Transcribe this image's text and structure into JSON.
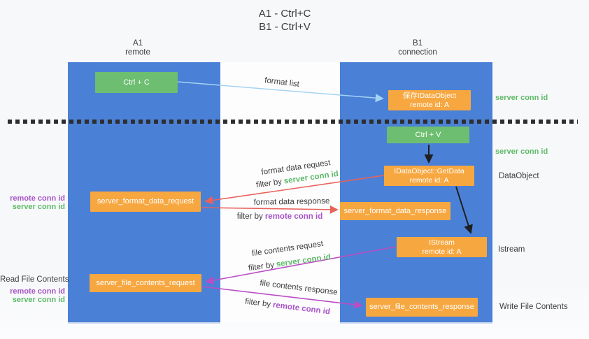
{
  "title": {
    "line1": "A1 - Ctrl+C",
    "line2": "B1 - Ctrl+V"
  },
  "lifelines": {
    "a1": {
      "name": "A1",
      "role": "remote"
    },
    "b1": {
      "name": "B1",
      "role": "connection"
    }
  },
  "nodes": {
    "ctrl_c": {
      "label": "Ctrl + C"
    },
    "save_idataobject": {
      "line1": "保存IDataObject",
      "line2": "remote id: A"
    },
    "ctrl_v": {
      "label": "Ctrl + V"
    },
    "idataobject_getdata": {
      "line1": "IDataObject::GetData",
      "line2": "remote id: A"
    },
    "server_format_data_request": {
      "label": "server_format_data_request"
    },
    "server_format_data_response": {
      "label": "server_format_data_response"
    },
    "istream": {
      "line1": "IStream",
      "line2": "remote id: A"
    },
    "server_file_contents_request": {
      "label": "server_file_contents_request"
    },
    "server_file_contents_response": {
      "label": "server_file_contents_response"
    }
  },
  "edge_labels": {
    "format_list": "format list",
    "format_data_request": "format data request",
    "format_data_response": "format data response",
    "file_contents_request": "file contents request",
    "file_contents_response": "file contents response",
    "filter_by": "filter by",
    "server_conn_id": "server conn id",
    "remote_conn_id": "remote conn id"
  },
  "annotations": {
    "right_server_conn_id_top": "server conn id",
    "right_server_conn_id_mid": "server conn id",
    "dataobject": "DataObject",
    "istream": "Istream",
    "write_file_contents": "Write File Contents",
    "left_remote_conn_id_top": "remote conn id",
    "left_server_conn_id_top": "server conn id",
    "read_file_contents": "Read File Contents",
    "left_remote_conn_id_bottom": "remote conn id",
    "left_server_conn_id_bottom": "server conn id"
  },
  "colors": {
    "lifeline_blue": "#4a80d6",
    "node_green": "#6dbe70",
    "node_orange": "#f7a740",
    "label_green": "#5eba68",
    "label_purple": "#a855c8",
    "arrow_red": "#e8625a",
    "arrow_purple": "#ba4ec5",
    "arrow_light_blue": "#a5d3f3",
    "arrow_black": "#1f1f1f",
    "text_dark": "#3d3d3d"
  }
}
